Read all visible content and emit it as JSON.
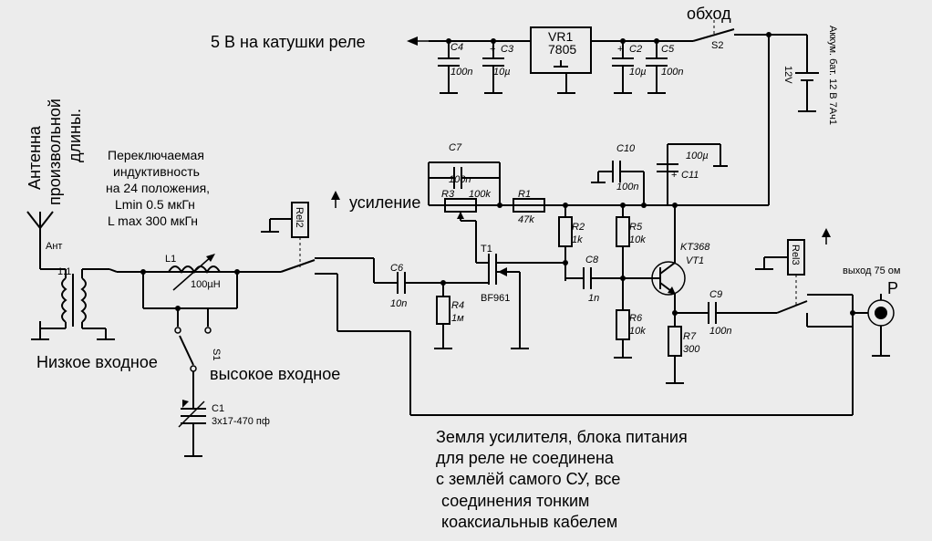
{
  "labels": {
    "relay_coil_supply": "5 В на катушки реле",
    "bypass": "обход",
    "amplify": "усиление",
    "low_input": "Низкое входное",
    "high_input": "высокое входное",
    "output_75": "выход 75 ом",
    "battery": "Аккум. бат. 12 В 7Ач1",
    "antenna_line1": "Антенна",
    "antenna_line2": "произвольной",
    "antenna_line3": "длины.",
    "switchable_inductance": [
      "Переключаемая",
      "индуктивность",
      "на 24 положения,",
      "Lmin 0.5 мкГн",
      "L max 300 мкГн"
    ],
    "ground_note": [
      "Земля усилителя, блока питания",
      "для реле не соединена",
      "с землёй самого СУ, все",
      "соединения тонким",
      "коаксиальныв кабелем"
    ],
    "ant": "Ант",
    "ratio": "1:1"
  },
  "components": {
    "VR1": {
      "name": "VR1",
      "value": "7805"
    },
    "C4": {
      "name": "C4",
      "value": "100n"
    },
    "C3": {
      "name": "C3",
      "value": "10µ"
    },
    "C2": {
      "name": "C2",
      "value": "10µ"
    },
    "C5": {
      "name": "C5",
      "value": "100n"
    },
    "S2": {
      "name": "S2"
    },
    "V12": {
      "name": "12V"
    },
    "C7": {
      "name": "C7",
      "value": "100n"
    },
    "C10": {
      "name": "C10",
      "value": "100n"
    },
    "C11": {
      "name": "C11",
      "value": "100µ"
    },
    "R3": {
      "name": "R3",
      "value": "100k"
    },
    "R1": {
      "name": "R1",
      "value": "47k"
    },
    "R2": {
      "name": "R2",
      "value": "1k"
    },
    "R5": {
      "name": "R5",
      "value": "10k"
    },
    "R4": {
      "name": "R4",
      "value": "1м"
    },
    "R6": {
      "name": "R6",
      "value": "10k"
    },
    "R7": {
      "name": "R7",
      "value": "300"
    },
    "C6": {
      "name": "C6",
      "value": "10n"
    },
    "C8": {
      "name": "C8",
      "value": "1n"
    },
    "C9": {
      "name": "C9",
      "value": "100n"
    },
    "T1": {
      "name": "T1",
      "value": "BF961"
    },
    "VT1": {
      "name": "VT1",
      "value": "KT368"
    },
    "L1": {
      "name": "L1",
      "value": "100µH"
    },
    "C1": {
      "name": "C1",
      "value": "3x17-470 пф"
    },
    "S1": {
      "name": "S1"
    },
    "Rel2": {
      "name": "Rel2"
    },
    "Rel3": {
      "name": "Rel3"
    },
    "P": {
      "name": "P"
    }
  }
}
